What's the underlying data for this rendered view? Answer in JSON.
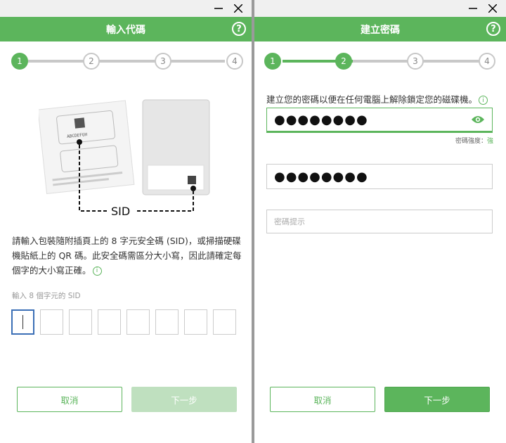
{
  "left": {
    "title": "輸入代碼",
    "steps": [
      "1",
      "2",
      "3",
      "4"
    ],
    "active_step": 1,
    "illustration": {
      "sid_label": "SID"
    },
    "description": "請輸入包裝隨附插頁上的 8 字元安全碼 (SID)，或掃描硬碟機貼紙上的 QR 碼。此安全碼需區分大小寫，因此請確定每個字的大小寫正確。",
    "sid_field_label": "輸入 8 個字元的 SID",
    "sid_values": [
      "",
      "",
      "",
      "",
      "",
      "",
      "",
      ""
    ],
    "cancel_label": "取消",
    "next_label": "下一步"
  },
  "right": {
    "title": "建立密碼",
    "steps": [
      "1",
      "2",
      "3",
      "4"
    ],
    "active_step": 2,
    "description": "建立您的密碼以便在任何電腦上解除鎖定您的磁碟機。",
    "password_value": "●●●●●●●●",
    "strength_label": "密碼強度：",
    "strength_value": "強",
    "confirm_value": "●●●●●●●●",
    "hint_placeholder": "密碼提示",
    "cancel_label": "取消",
    "next_label": "下一步"
  },
  "colors": {
    "accent": "#5cb55c",
    "accent_disabled": "#bfe0bf",
    "focus_blue": "#3b6fb6"
  }
}
